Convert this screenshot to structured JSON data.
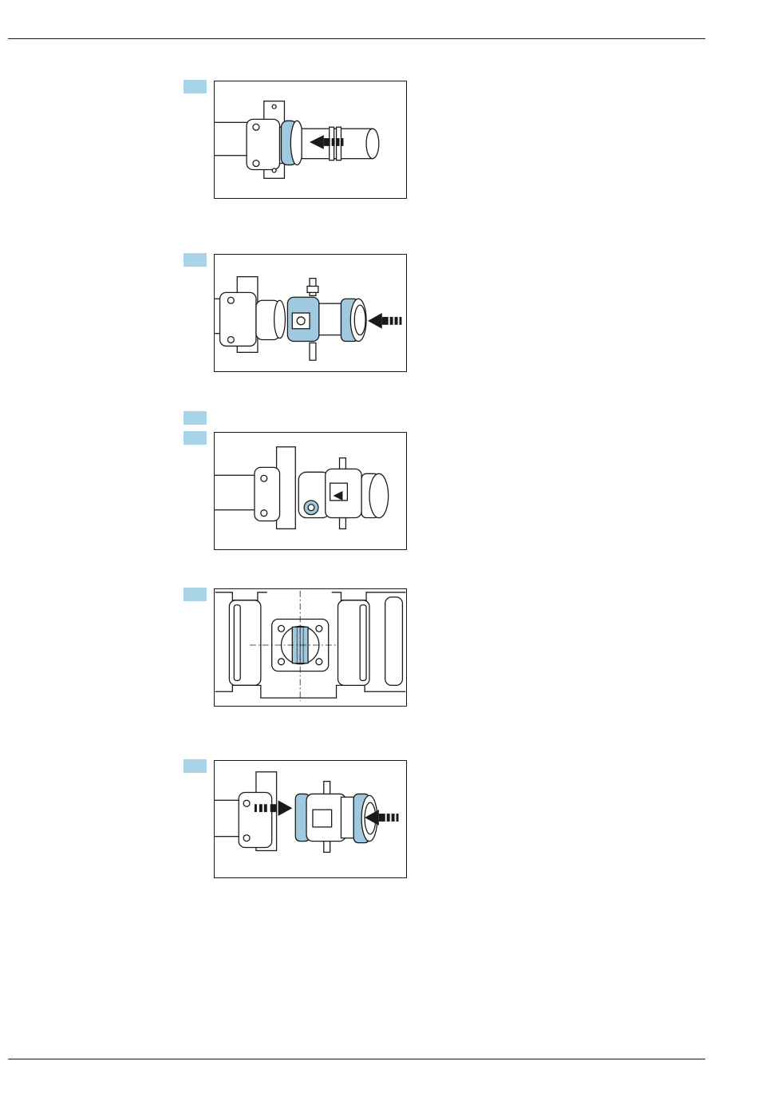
{
  "page": {
    "accent_color": "#a9d3e6",
    "line_color": "#1a1a1a"
  },
  "steps": [
    {
      "id": 1,
      "illustration": "sleeve-onto-pipe"
    },
    {
      "id": 2,
      "illustration": "flow-cell-onto-sleeve"
    },
    {
      "id": 3,
      "illustration": "none"
    },
    {
      "id": 4,
      "illustration": "fix-screw"
    },
    {
      "id": 5,
      "illustration": "window-alignment"
    },
    {
      "id": 6,
      "illustration": "press-together"
    }
  ]
}
